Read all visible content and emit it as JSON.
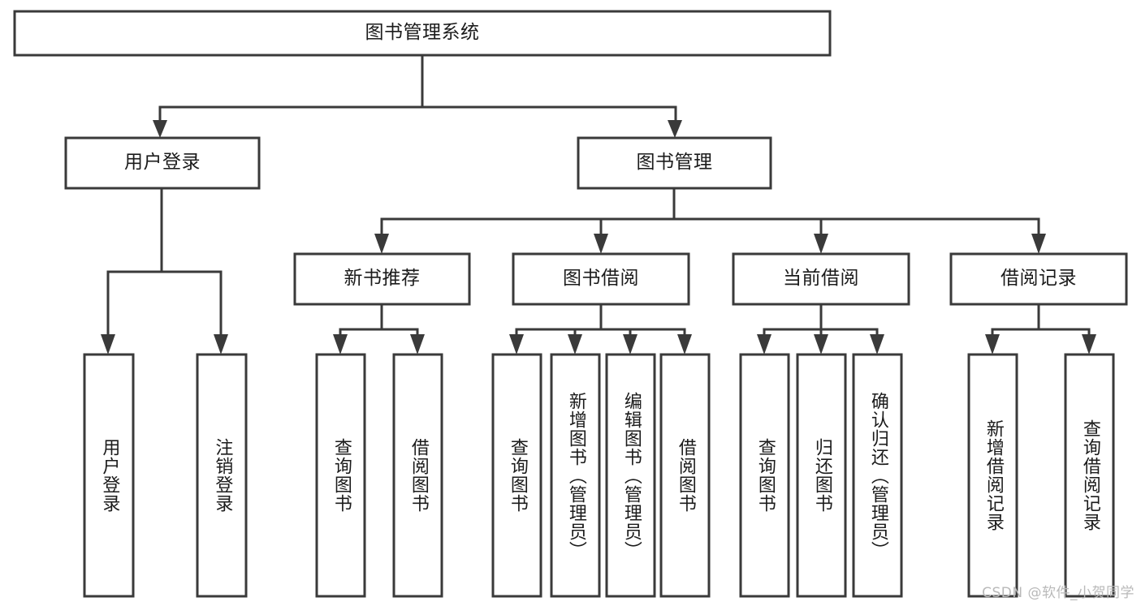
{
  "diagram": {
    "type": "tree-hierarchy",
    "title": "图书管理系统",
    "colors": {
      "stroke": "#3a3a3a",
      "fill": "#ffffff",
      "text": "#1b1b1b",
      "watermark": "#b9b9b9",
      "background": "#ffffff"
    },
    "levels": {
      "root": {
        "label": "图书管理系统"
      },
      "level2": [
        {
          "label": "用户登录"
        },
        {
          "label": "图书管理"
        }
      ],
      "level3": [
        {
          "label": "新书推荐"
        },
        {
          "label": "图书借阅"
        },
        {
          "label": "当前借阅"
        },
        {
          "label": "借阅记录"
        }
      ],
      "leaves": [
        {
          "label": "用户登录",
          "parent": "用户登录"
        },
        {
          "label": "注销登录",
          "parent": "用户登录"
        },
        {
          "label": "查询图书",
          "parent": "新书推荐"
        },
        {
          "label": "借阅图书",
          "parent": "新书推荐"
        },
        {
          "label": "查询图书",
          "parent": "图书借阅"
        },
        {
          "label": "新增图书（管理员）",
          "parent": "图书借阅"
        },
        {
          "label": "编辑图书（管理员）",
          "parent": "图书借阅"
        },
        {
          "label": "借阅图书",
          "parent": "图书借阅"
        },
        {
          "label": "查询图书",
          "parent": "当前借阅"
        },
        {
          "label": "归还图书",
          "parent": "当前借阅"
        },
        {
          "label": "确认归还（管理员）",
          "parent": "当前借阅"
        },
        {
          "label": "新增借阅记录",
          "parent": "借阅记录"
        },
        {
          "label": "查询借阅记录",
          "parent": "借阅记录"
        }
      ]
    }
  },
  "watermark": {
    "text": "CSDN @软件_小贺同学"
  }
}
